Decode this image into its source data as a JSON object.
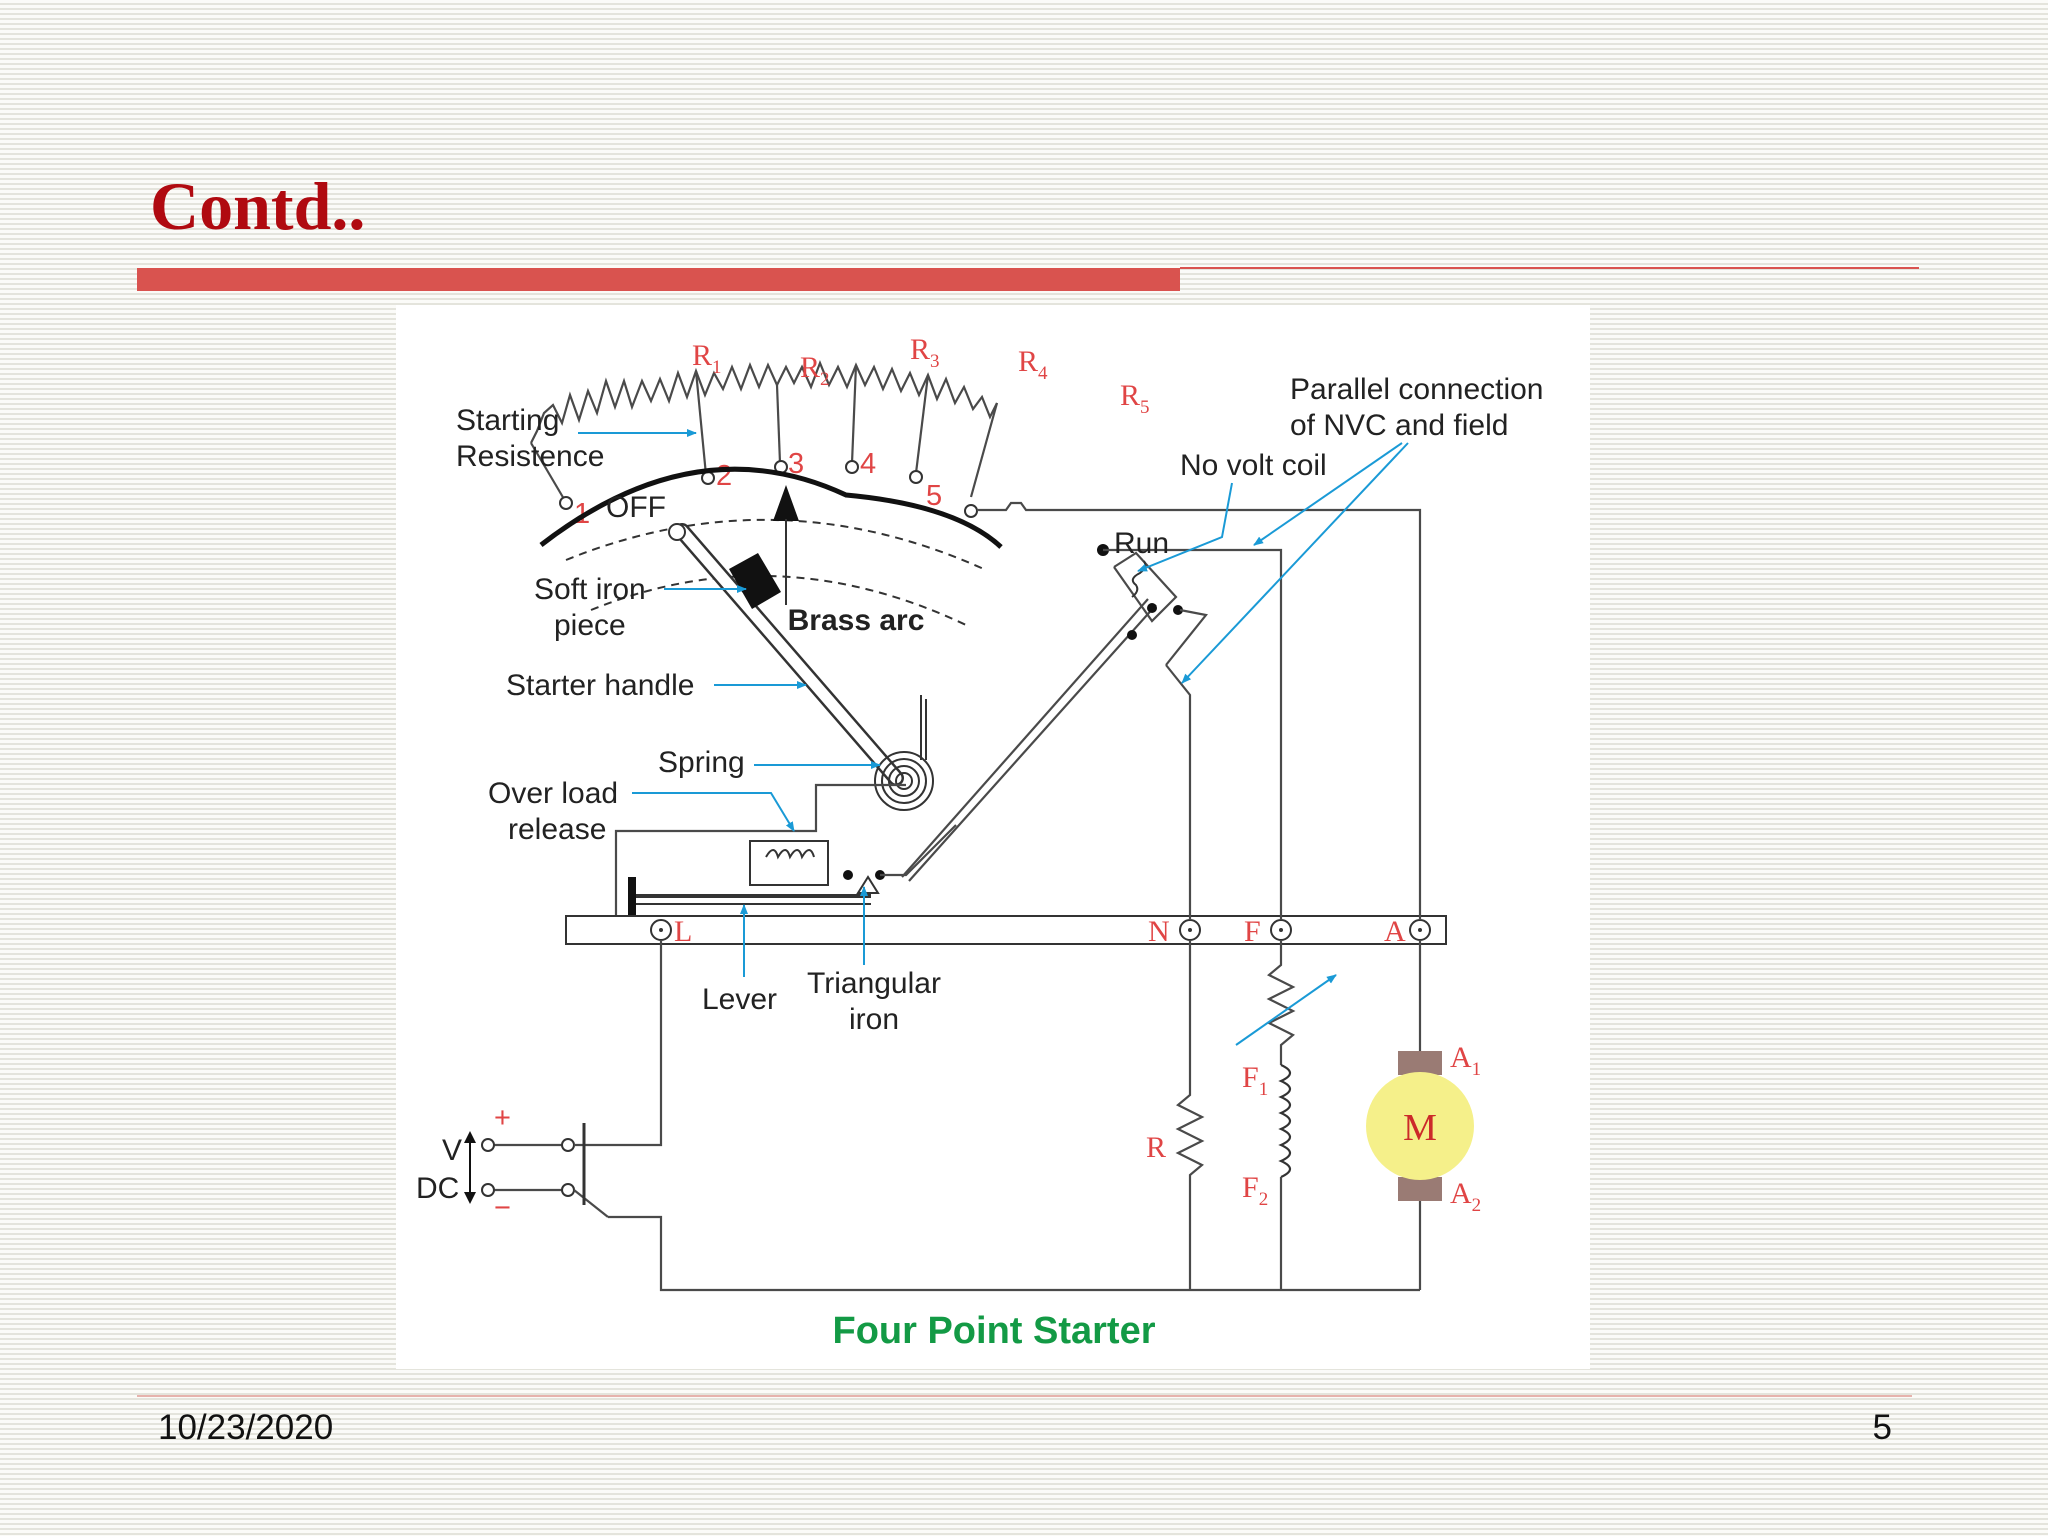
{
  "slide": {
    "title": "Contd..",
    "date": "10/23/2020",
    "page_number": "5"
  },
  "diagram": {
    "caption": "Four Point Starter",
    "labels": {
      "starting_resistence_1": "Starting",
      "starting_resistence_2": "Resistence",
      "off": "OFF",
      "soft_iron_1": "Soft iron",
      "soft_iron_2": "piece",
      "starter_handle": "Starter handle",
      "spring": "Spring",
      "over_load_1": "Over load",
      "over_load_2": "release",
      "lever": "Lever",
      "triangular_1": "Triangular",
      "triangular_2": "iron",
      "brass_arc": "Brass arc",
      "run": "Run",
      "no_volt_coil": "No volt coil",
      "parallel_1": "Parallel connection",
      "parallel_2": "of NVC and field",
      "v": "V",
      "dc": "DC",
      "plus": "+",
      "minus": "−"
    },
    "resistors": [
      {
        "letter": "R",
        "sub": "1"
      },
      {
        "letter": "R",
        "sub": "2"
      },
      {
        "letter": "R",
        "sub": "3"
      },
      {
        "letter": "R",
        "sub": "4"
      },
      {
        "letter": "R",
        "sub": "5"
      }
    ],
    "studs": [
      "1",
      "2",
      "3",
      "4",
      "5"
    ],
    "terminals": {
      "l": "L",
      "n": "N",
      "f": "F",
      "a": "A"
    },
    "field": {
      "f1": "F",
      "f1_sub": "1",
      "f2": "F",
      "f2_sub": "2"
    },
    "armature": {
      "a1": "A",
      "a1_sub": "1",
      "a2": "A",
      "a2_sub": "2",
      "motor": "M"
    },
    "resistor_r": "R"
  },
  "colors": {
    "title": "#b00a10",
    "accent_bar": "#d9534f",
    "caption": "#139a45",
    "label_red": "#e04545",
    "arrow_blue": "#1a9ad6",
    "motor_fill": "#f5f08a"
  }
}
